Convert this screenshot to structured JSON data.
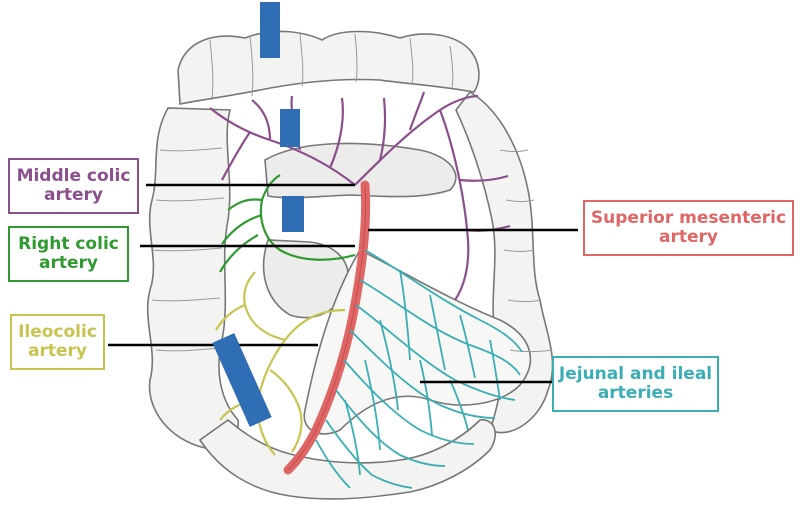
{
  "colors": {
    "middle_colic": "#8a4f8c",
    "right_colic": "#2f9a2f",
    "ileocolic": "#c9c451",
    "superior_mesenteric": "#e06666",
    "jejunal_ileal": "#3aaeb4",
    "marker": "#2f6db5",
    "leader_line": "#000000",
    "intestine_outline": "#777777"
  },
  "labels": {
    "middle_colic": {
      "line1": "Middle colic",
      "line2": "artery"
    },
    "right_colic": {
      "line1": "Right colic",
      "line2": "artery"
    },
    "ileocolic": {
      "line1": "Ileocolic",
      "line2": "artery"
    },
    "superior_mesenteric": {
      "line1": "Superior mesenteric",
      "line2": "artery"
    },
    "jejunal_ileal": {
      "line1": "Jejunal and ileal",
      "line2": "arteries"
    }
  },
  "markers_count": 4
}
